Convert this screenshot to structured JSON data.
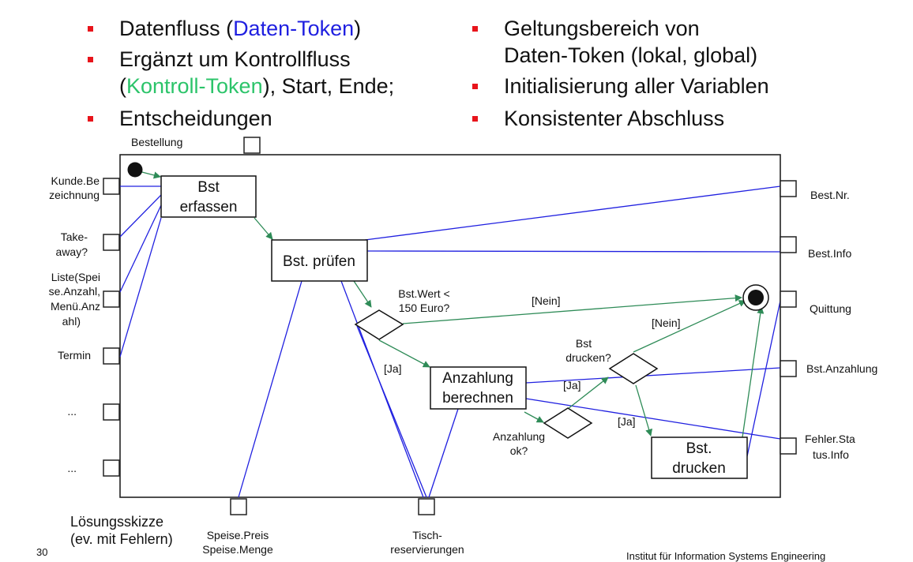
{
  "bullets_left": [
    {
      "pre": "Datenfluss (",
      "accent": "Daten-Token",
      "post": ")",
      "accent_color": "blue"
    },
    {
      "line1": "Ergänzt um Kontrollfluss",
      "pre": "(",
      "accent": "Kontroll-Token",
      "post": "), Start, Ende;",
      "accent_color": "green"
    },
    {
      "text": "Entscheidungen"
    }
  ],
  "bullets_right": [
    {
      "line1": "Geltungsbereich von",
      "line2": "Daten-Token (lokal, global)"
    },
    {
      "text": "Initialisierung aller Variablen"
    },
    {
      "text": "Konsistenter Abschluss"
    }
  ],
  "pins_left": [
    {
      "lines": [
        "Kunde.Be",
        "zeichnung"
      ]
    },
    {
      "lines": [
        "Take-",
        "away?"
      ]
    },
    {
      "lines": [
        "Liste(Spei",
        "se.Anzahl,",
        "Menü.Anz",
        "ahl)"
      ]
    },
    {
      "lines": [
        "Termin"
      ]
    },
    {
      "lines": [
        "..."
      ]
    },
    {
      "lines": [
        "..."
      ]
    }
  ],
  "pins_right": [
    {
      "lines": [
        "Best.Nr."
      ]
    },
    {
      "lines": [
        "Best.Info"
      ]
    },
    {
      "lines": [
        "Quittung"
      ]
    },
    {
      "lines": [
        "Bst.Anzahlung"
      ]
    },
    {
      "lines": [
        "Fehler.Sta",
        "tus.Info"
      ]
    }
  ],
  "pin_top": "Bestellung",
  "pins_bottom": [
    {
      "lines": [
        "Speise.Preis",
        "Speise.Menge"
      ]
    },
    {
      "lines": [
        "Tisch-",
        "reservierungen"
      ]
    }
  ],
  "actions": {
    "bst_erfassen": [
      "Bst",
      "erfassen"
    ],
    "bst_pruefen": [
      "Bst. prüfen"
    ],
    "anzahlung_berechnen": [
      "Anzahlung",
      "berechnen"
    ],
    "bst_drucken": [
      "Bst.",
      "drucken"
    ]
  },
  "decisions": {
    "d1": [
      "Bst.Wert <",
      "150 Euro?"
    ],
    "d2": [
      "Anzahlung",
      "ok?"
    ],
    "d3": [
      "Bst",
      "drucken?"
    ]
  },
  "guards": {
    "d1_no": "[Nein]",
    "d1_yes": "[Ja]",
    "d2_yes": "[Ja]",
    "d3_no": "[Nein]",
    "d3_yes": "[Ja]"
  },
  "footer": {
    "caption1": "Lösungsskizze",
    "caption2": "(ev. mit Fehlern)",
    "page_number": "30",
    "institute": "Institut für Information Systems Engineering"
  },
  "colors": {
    "dataflow": "#2020e0",
    "controlflow": "#2e8b57",
    "bullet": "#e8141b"
  }
}
